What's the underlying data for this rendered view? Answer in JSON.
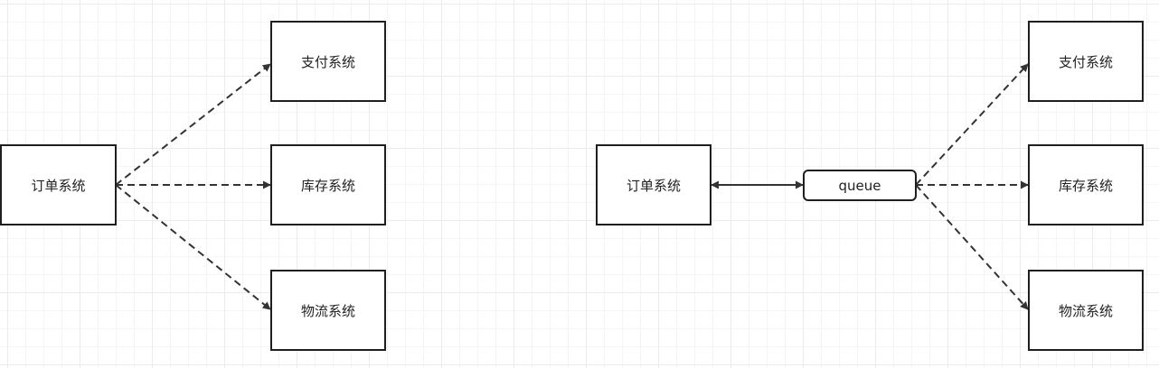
{
  "colors": {
    "line": "#333333",
    "node_border": "#1f1f1f",
    "grid": "#ebebeb"
  },
  "left": {
    "order": "订单系统",
    "payment": "支付系统",
    "inventory": "库存系统",
    "logistics": "物流系统"
  },
  "right": {
    "order": "订单系统",
    "queue": "queue",
    "payment": "支付系统",
    "inventory": "库存系统",
    "logistics": "物流系统"
  }
}
